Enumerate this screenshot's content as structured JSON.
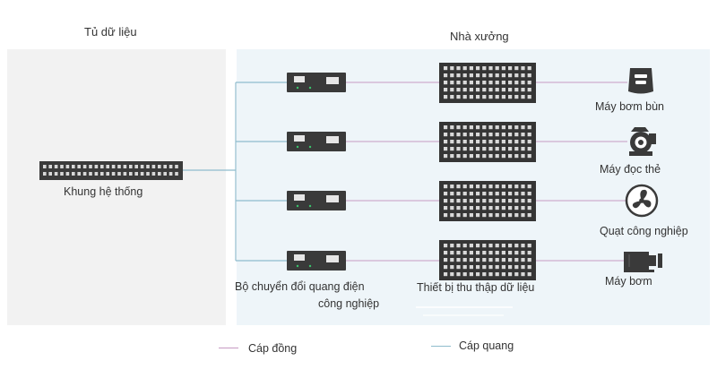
{
  "regions": {
    "left_title": "Tủ dữ liệu",
    "right_title": "Nhà xưởng"
  },
  "chassis": {
    "label": "Khung hệ thống"
  },
  "converter": {
    "label_line1": "Bộ chuyển đổi quang điện",
    "label_line2": "công nghiệp"
  },
  "collector": {
    "label": "Thiết bị thu thập dữ liệu"
  },
  "devices": [
    {
      "label": "Máy bơm bùn",
      "icon": "mud-pump-icon"
    },
    {
      "label": "Máy đọc thẻ",
      "icon": "card-reader-icon"
    },
    {
      "label": "Quạt công nghiệp",
      "icon": "industrial-fan-icon"
    },
    {
      "label": "Máy bơm",
      "icon": "pump-icon"
    }
  ],
  "legend": {
    "copper": {
      "label": "Cáp đồng",
      "color": "#c79ac3"
    },
    "fiber": {
      "label": "Cáp quang",
      "color": "#8fbccd"
    }
  },
  "colors": {
    "left_panel": "#f2f2f2",
    "right_panel": "#eef5f9",
    "device_body": "#3a3a3a"
  }
}
